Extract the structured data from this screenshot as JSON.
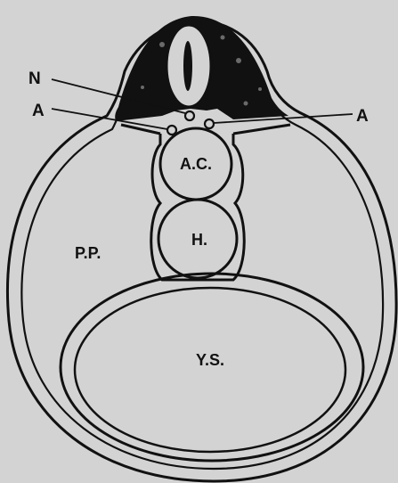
{
  "figure": {
    "labels": {
      "n": "N",
      "a_left": "A",
      "a_right": "A",
      "ac": "A.C.",
      "h": "H.",
      "pp": "P.P.",
      "ys": "Y.S."
    },
    "colors": {
      "background": "#d3d3d3",
      "ink": "#111111"
    }
  }
}
